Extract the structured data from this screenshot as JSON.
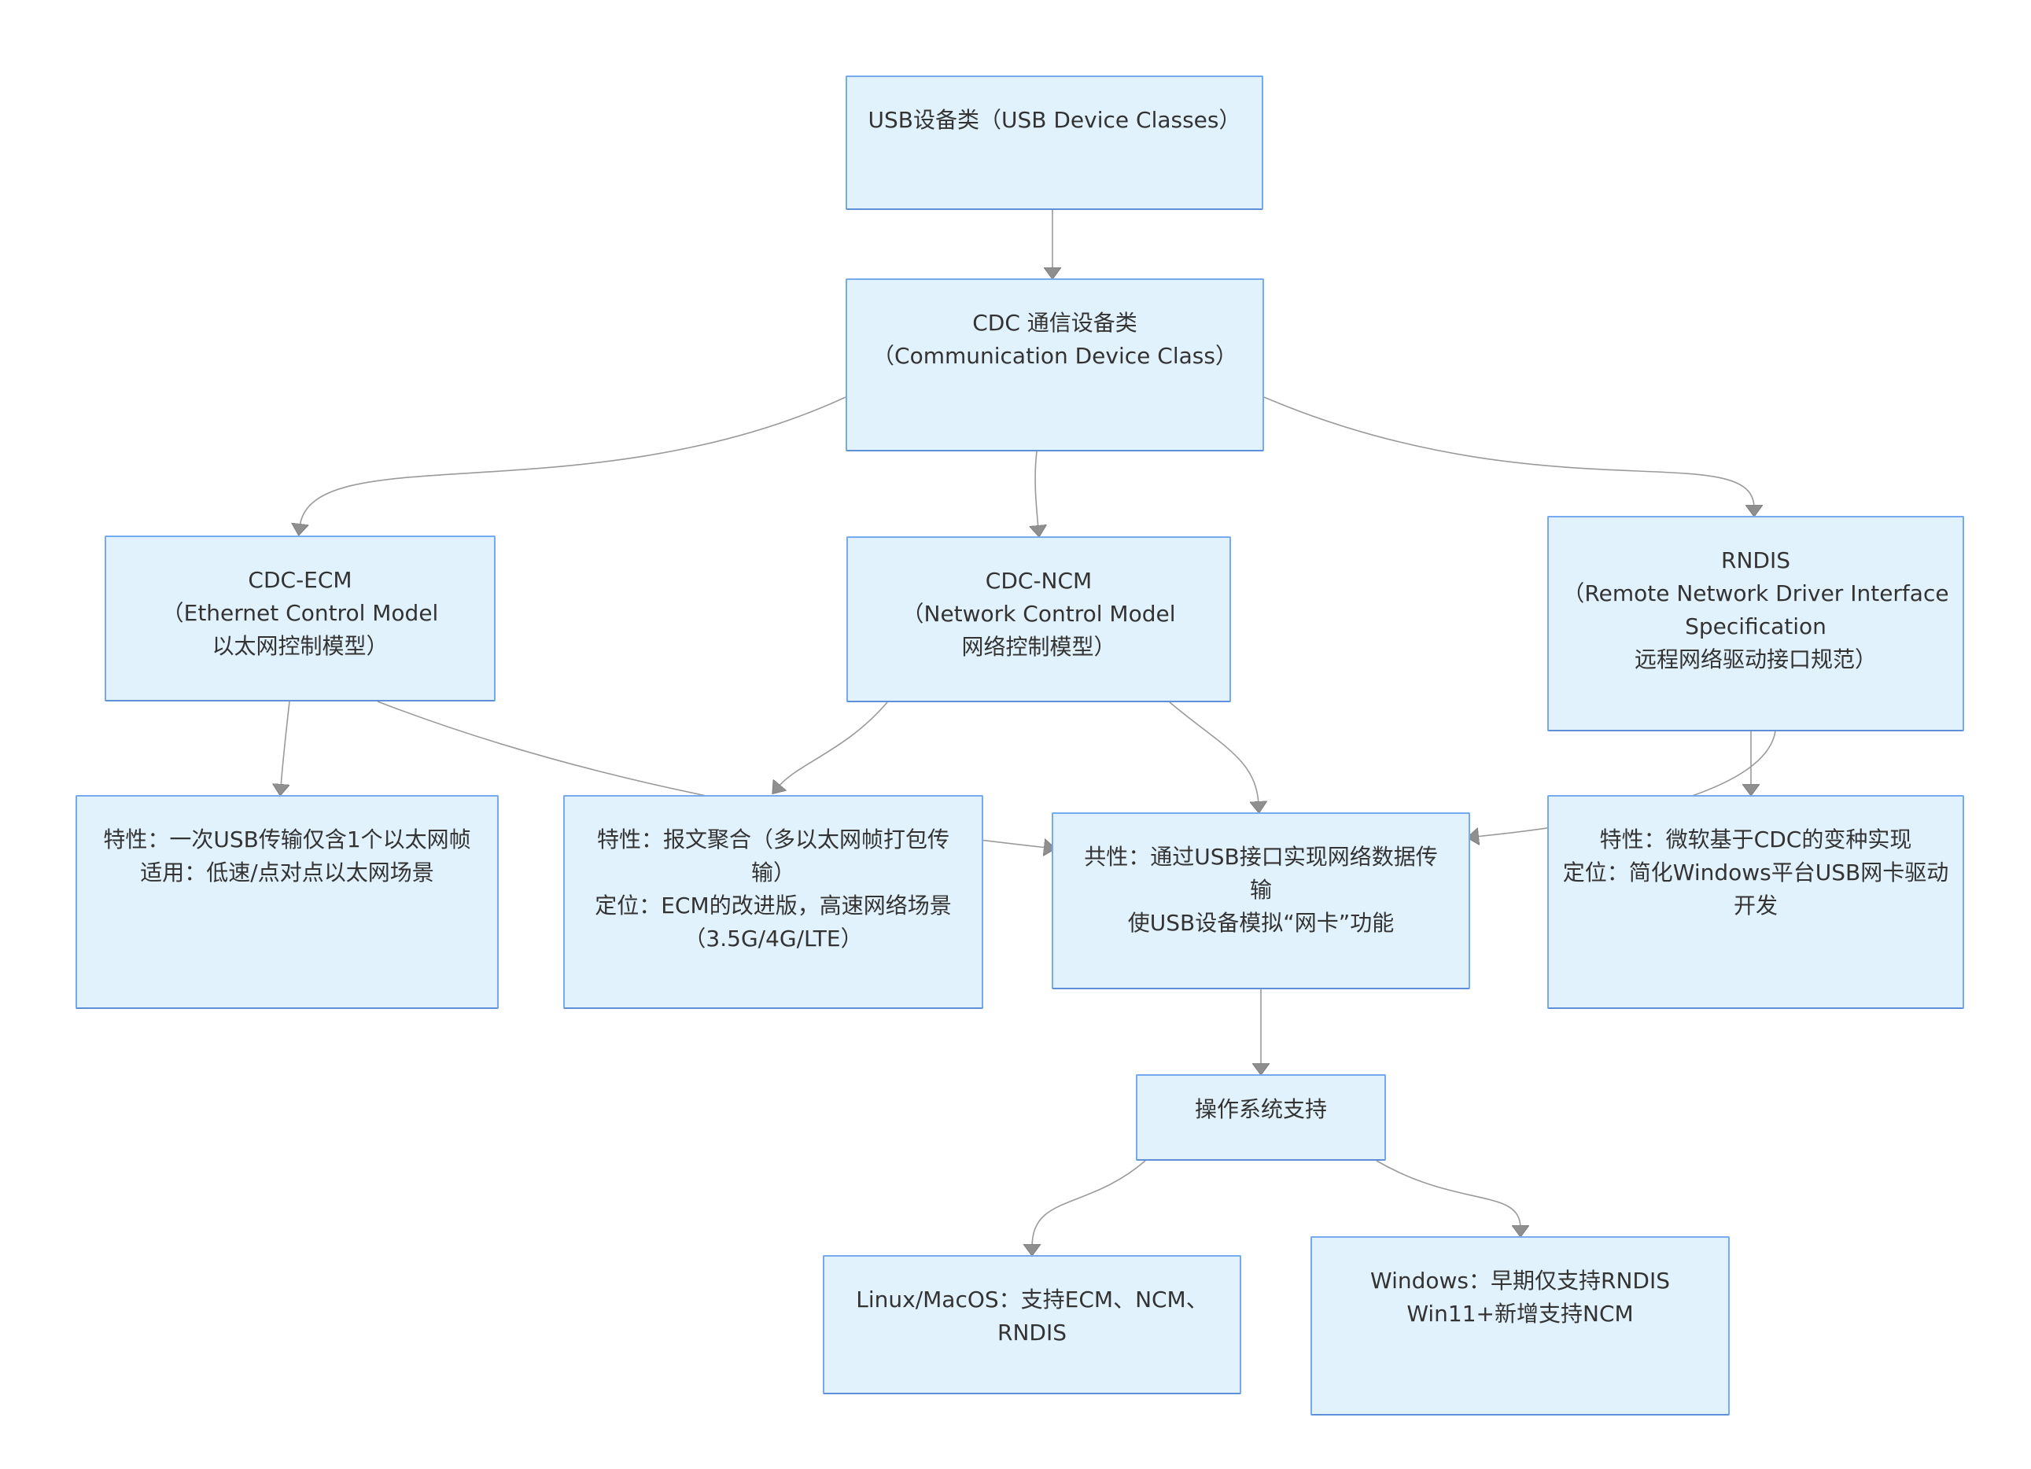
{
  "diagram": {
    "title": "USB CDC network device classes flowchart",
    "colors": {
      "background": "#ffffff",
      "node_fill": "#e1f2fd",
      "node_border": "#75aaee",
      "edge_line": "#9a9a9a",
      "text": "#333333"
    },
    "nodes": {
      "usb": {
        "lines": [
          "USB设备类（USB Device Classes）"
        ]
      },
      "cdc": {
        "lines": [
          "CDC 通信设备类",
          "（Communication Device Class）"
        ]
      },
      "ecm": {
        "lines": [
          "CDC-ECM",
          "（Ethernet Control Model",
          "以太网控制模型）"
        ]
      },
      "ncm": {
        "lines": [
          "CDC-NCM",
          "（Network Control Model",
          "网络控制模型）"
        ]
      },
      "rndis": {
        "lines": [
          "RNDIS",
          "（Remote Network Driver Interface",
          "Specification",
          "远程网络驱动接口规范）"
        ]
      },
      "ecm_feat": {
        "lines": [
          "特性：一次USB传输仅含1个以太网帧",
          "适用：低速/点对点以太网场景"
        ]
      },
      "ncm_feat": {
        "lines": [
          "特性：报文聚合（多以太网帧打包传",
          "输）",
          "定位：ECM的改进版，高速网络场景",
          "（3.5G/4G/LTE）"
        ]
      },
      "common": {
        "lines": [
          "共性：通过USB接口实现网络数据传",
          "输",
          "使USB设备模拟“网卡”功能"
        ]
      },
      "rndis_feat": {
        "lines": [
          "特性：微软基于CDC的变种实现",
          "定位：简化Windows平台USB网卡驱动",
          "开发"
        ]
      },
      "os": {
        "lines": [
          "操作系统支持"
        ]
      },
      "linux": {
        "lines": [
          "Linux/MacOS：支持ECM、NCM、",
          "RNDIS"
        ]
      },
      "windows": {
        "lines": [
          "Windows：早期仅支持RNDIS",
          "Win11+新增支持NCM"
        ]
      }
    },
    "edges": [
      {
        "from": "usb",
        "to": "cdc"
      },
      {
        "from": "cdc",
        "to": "ecm"
      },
      {
        "from": "cdc",
        "to": "ncm"
      },
      {
        "from": "cdc",
        "to": "rndis"
      },
      {
        "from": "ecm",
        "to": "ecm_feat"
      },
      {
        "from": "ecm",
        "to": "common"
      },
      {
        "from": "ncm",
        "to": "ncm_feat"
      },
      {
        "from": "ncm",
        "to": "common"
      },
      {
        "from": "rndis",
        "to": "rndis_feat"
      },
      {
        "from": "rndis",
        "to": "common"
      },
      {
        "from": "common",
        "to": "os"
      },
      {
        "from": "os",
        "to": "linux"
      },
      {
        "from": "os",
        "to": "windows"
      }
    ]
  }
}
